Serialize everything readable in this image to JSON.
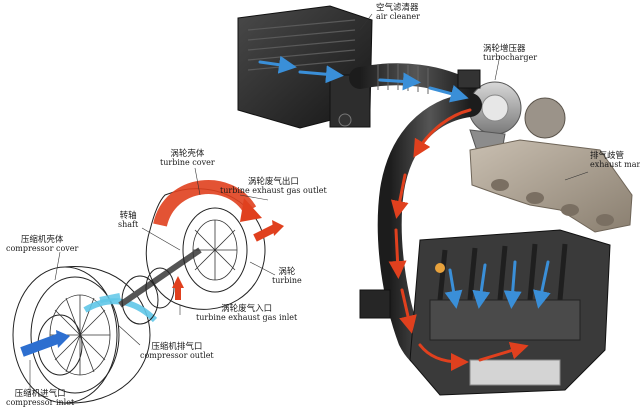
{
  "labels": {
    "air_cleaner": {
      "zh": "空气滤清器",
      "en": "air cleaner"
    },
    "turbocharger": {
      "zh": "涡轮增压器",
      "en": "turbocharger"
    },
    "exhaust_manifold": {
      "zh": "排气歧管",
      "en": "exhaust manifold"
    },
    "turbine_cover": {
      "zh": "涡轮壳体",
      "en": "turbine cover"
    },
    "turbine_outlet": {
      "zh": "涡轮废气出口",
      "en": "turbine exhaust gas outlet"
    },
    "shaft": {
      "zh": "转轴",
      "en": "shaft"
    },
    "turbine": {
      "zh": "涡轮",
      "en": "turbine"
    },
    "compressor_cover": {
      "zh": "压缩机壳体",
      "en": "compressor cover"
    },
    "turbine_inlet": {
      "zh": "涡轮废气入口",
      "en": "turbine exhaust gas inlet"
    },
    "compressor_outlet": {
      "zh": "压缩机排气口",
      "en": "compressor outlet"
    },
    "compressor_inlet": {
      "zh": "压缩机进气口",
      "en": "compressor inlet"
    }
  },
  "colors": {
    "intake_flow": "#3a8fd8",
    "exhaust_flow": "#e0401e",
    "compressed_flow": "#5fc7e8",
    "engine_dark": "#2a2a2a",
    "manifold": "#a89c8c"
  }
}
